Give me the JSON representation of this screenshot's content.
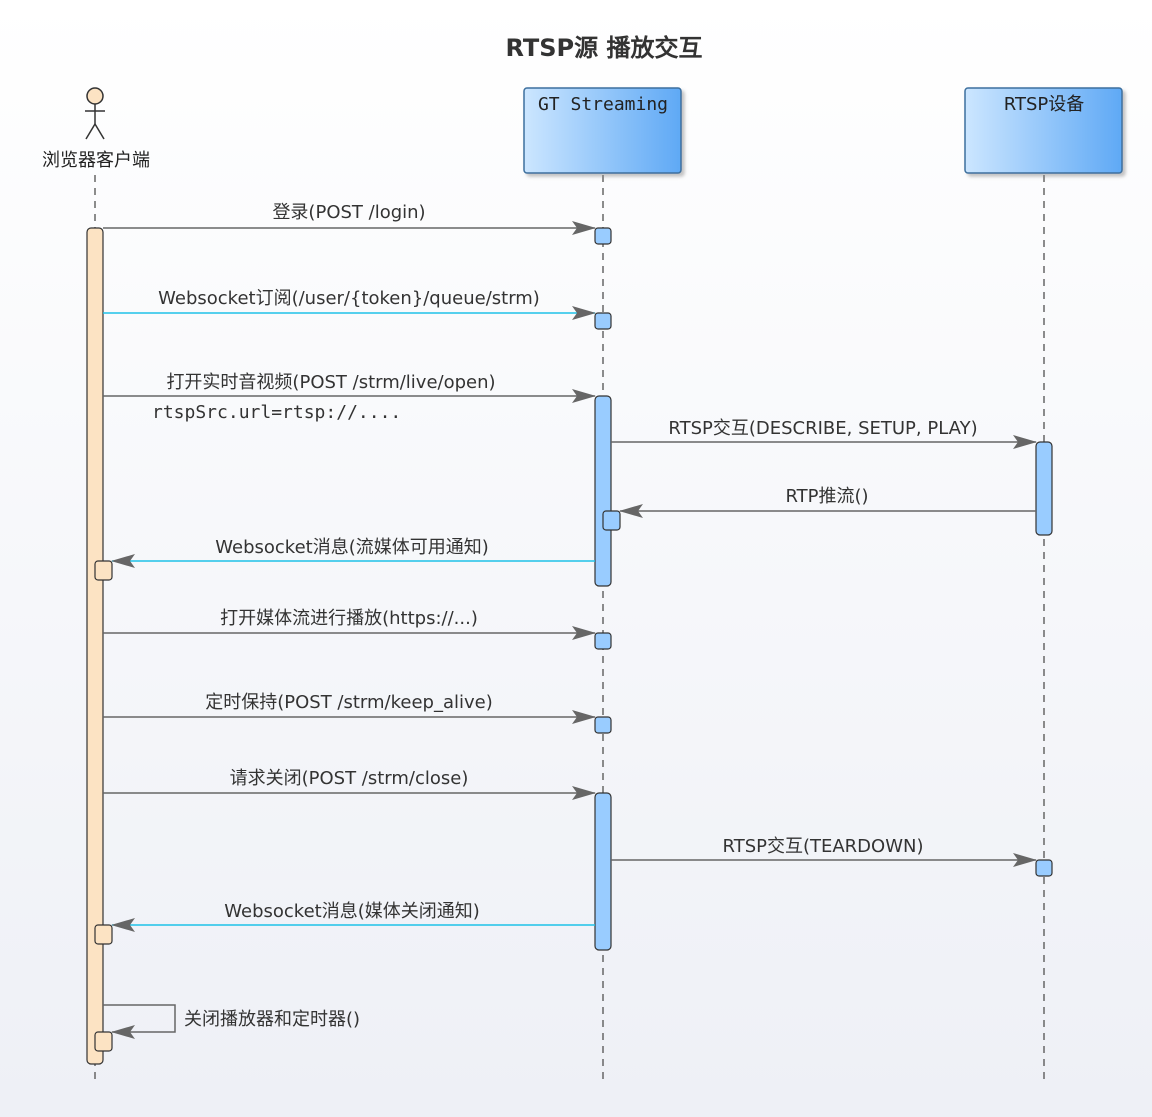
{
  "title": "RTSP源 播放交互",
  "participants": {
    "client": "浏览器客户端",
    "server": "GT Streaming",
    "device": "RTSP设备"
  },
  "messages": [
    "登录(POST /login)",
    "Websocket订阅(/user/{token}/queue/strm)",
    "打开实时音视频(POST /strm/live/open)",
    "rtspSrc.url=rtsp://....",
    "RTSP交互(DESCRIBE, SETUP, PLAY)",
    "RTP推流()",
    "Websocket消息(流媒体可用通知)",
    "打开媒体流进行播放(https://...)",
    "定时保持(POST /strm/keep_alive)",
    "请求关闭(POST /strm/close)",
    "RTSP交互(TEARDOWN)",
    "Websocket消息(媒体关闭通知)",
    "关闭播放器和定时器()"
  ],
  "colors": {
    "box_light": "#cce6ff",
    "box_dark": "#66b0f8",
    "activation": "#99ccff",
    "client_activation": "#fce3c3",
    "async_line": "#1ec1e8",
    "sync_line": "#666666",
    "lifeline": "#666666"
  }
}
